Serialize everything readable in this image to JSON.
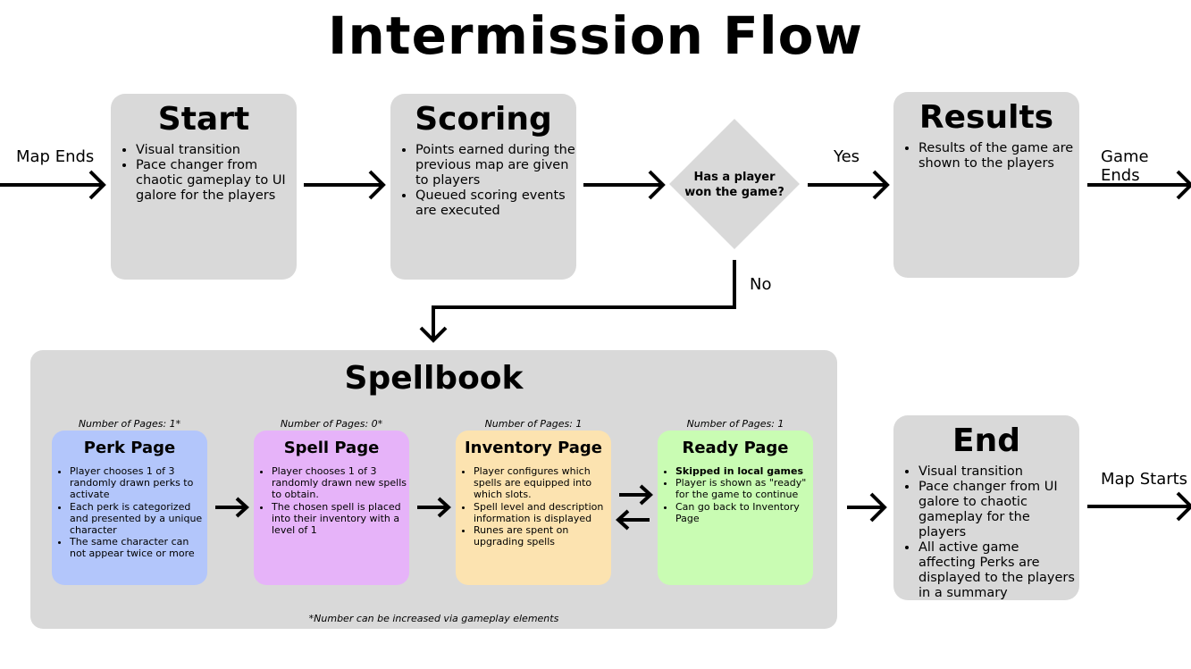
{
  "title": "Intermission Flow",
  "labels": {
    "map_ends": "Map Ends",
    "yes": "Yes",
    "no": "No",
    "game_ends": "Game Ends",
    "map_starts": "Map Starts"
  },
  "start": {
    "title": "Start",
    "bullets": [
      "Visual transition",
      "Pace changer from chaotic gameplay to UI galore for the players"
    ]
  },
  "scoring": {
    "title": "Scoring",
    "bullets": [
      "Points earned during the previous map are given to players",
      "Queued scoring events are executed"
    ]
  },
  "decision": {
    "line1": "Has a player",
    "line2": "won the game?"
  },
  "results": {
    "title": "Results",
    "bullets": [
      "Results of the game are shown to the players"
    ]
  },
  "spellbook": {
    "title": "Spellbook",
    "footnote": "*Number can be increased via gameplay elements",
    "pages": [
      {
        "caption": "Number of Pages: 1*",
        "title": "Perk Page",
        "color": "#b3c6fb",
        "bullets": [
          "Player chooses 1 of 3 randomly drawn perks to activate",
          "Each perk is categorized and presented by a unique character",
          "The same character can not appear twice or more"
        ]
      },
      {
        "caption": "Number of Pages: 0*",
        "title": "Spell Page",
        "color": "#e6b3f9",
        "bullets": [
          "Player chooses 1 of 3 randomly drawn new spells to obtain.",
          "The chosen spell is placed into their inventory with a level of 1"
        ]
      },
      {
        "caption": "Number of Pages: 1",
        "title": "Inventory Page",
        "color": "#fce3b0",
        "bullets": [
          "Player configures which spells are equipped into which slots.",
          "Spell level and description information is displayed",
          "Runes are spent on upgrading spells"
        ]
      },
      {
        "caption": "Number of Pages: 1",
        "title": "Ready Page",
        "color": "#c9fcb3",
        "bullets": [
          "Skipped in local games",
          "Player is shown as \"ready\" for the game to continue",
          "Can go back to Inventory Page"
        ]
      }
    ]
  },
  "end": {
    "title": "End",
    "bullets": [
      "Visual transition",
      "Pace changer from UI galore to chaotic gameplay for the players",
      "All active game affecting Perks are displayed to the players in a summary"
    ]
  }
}
